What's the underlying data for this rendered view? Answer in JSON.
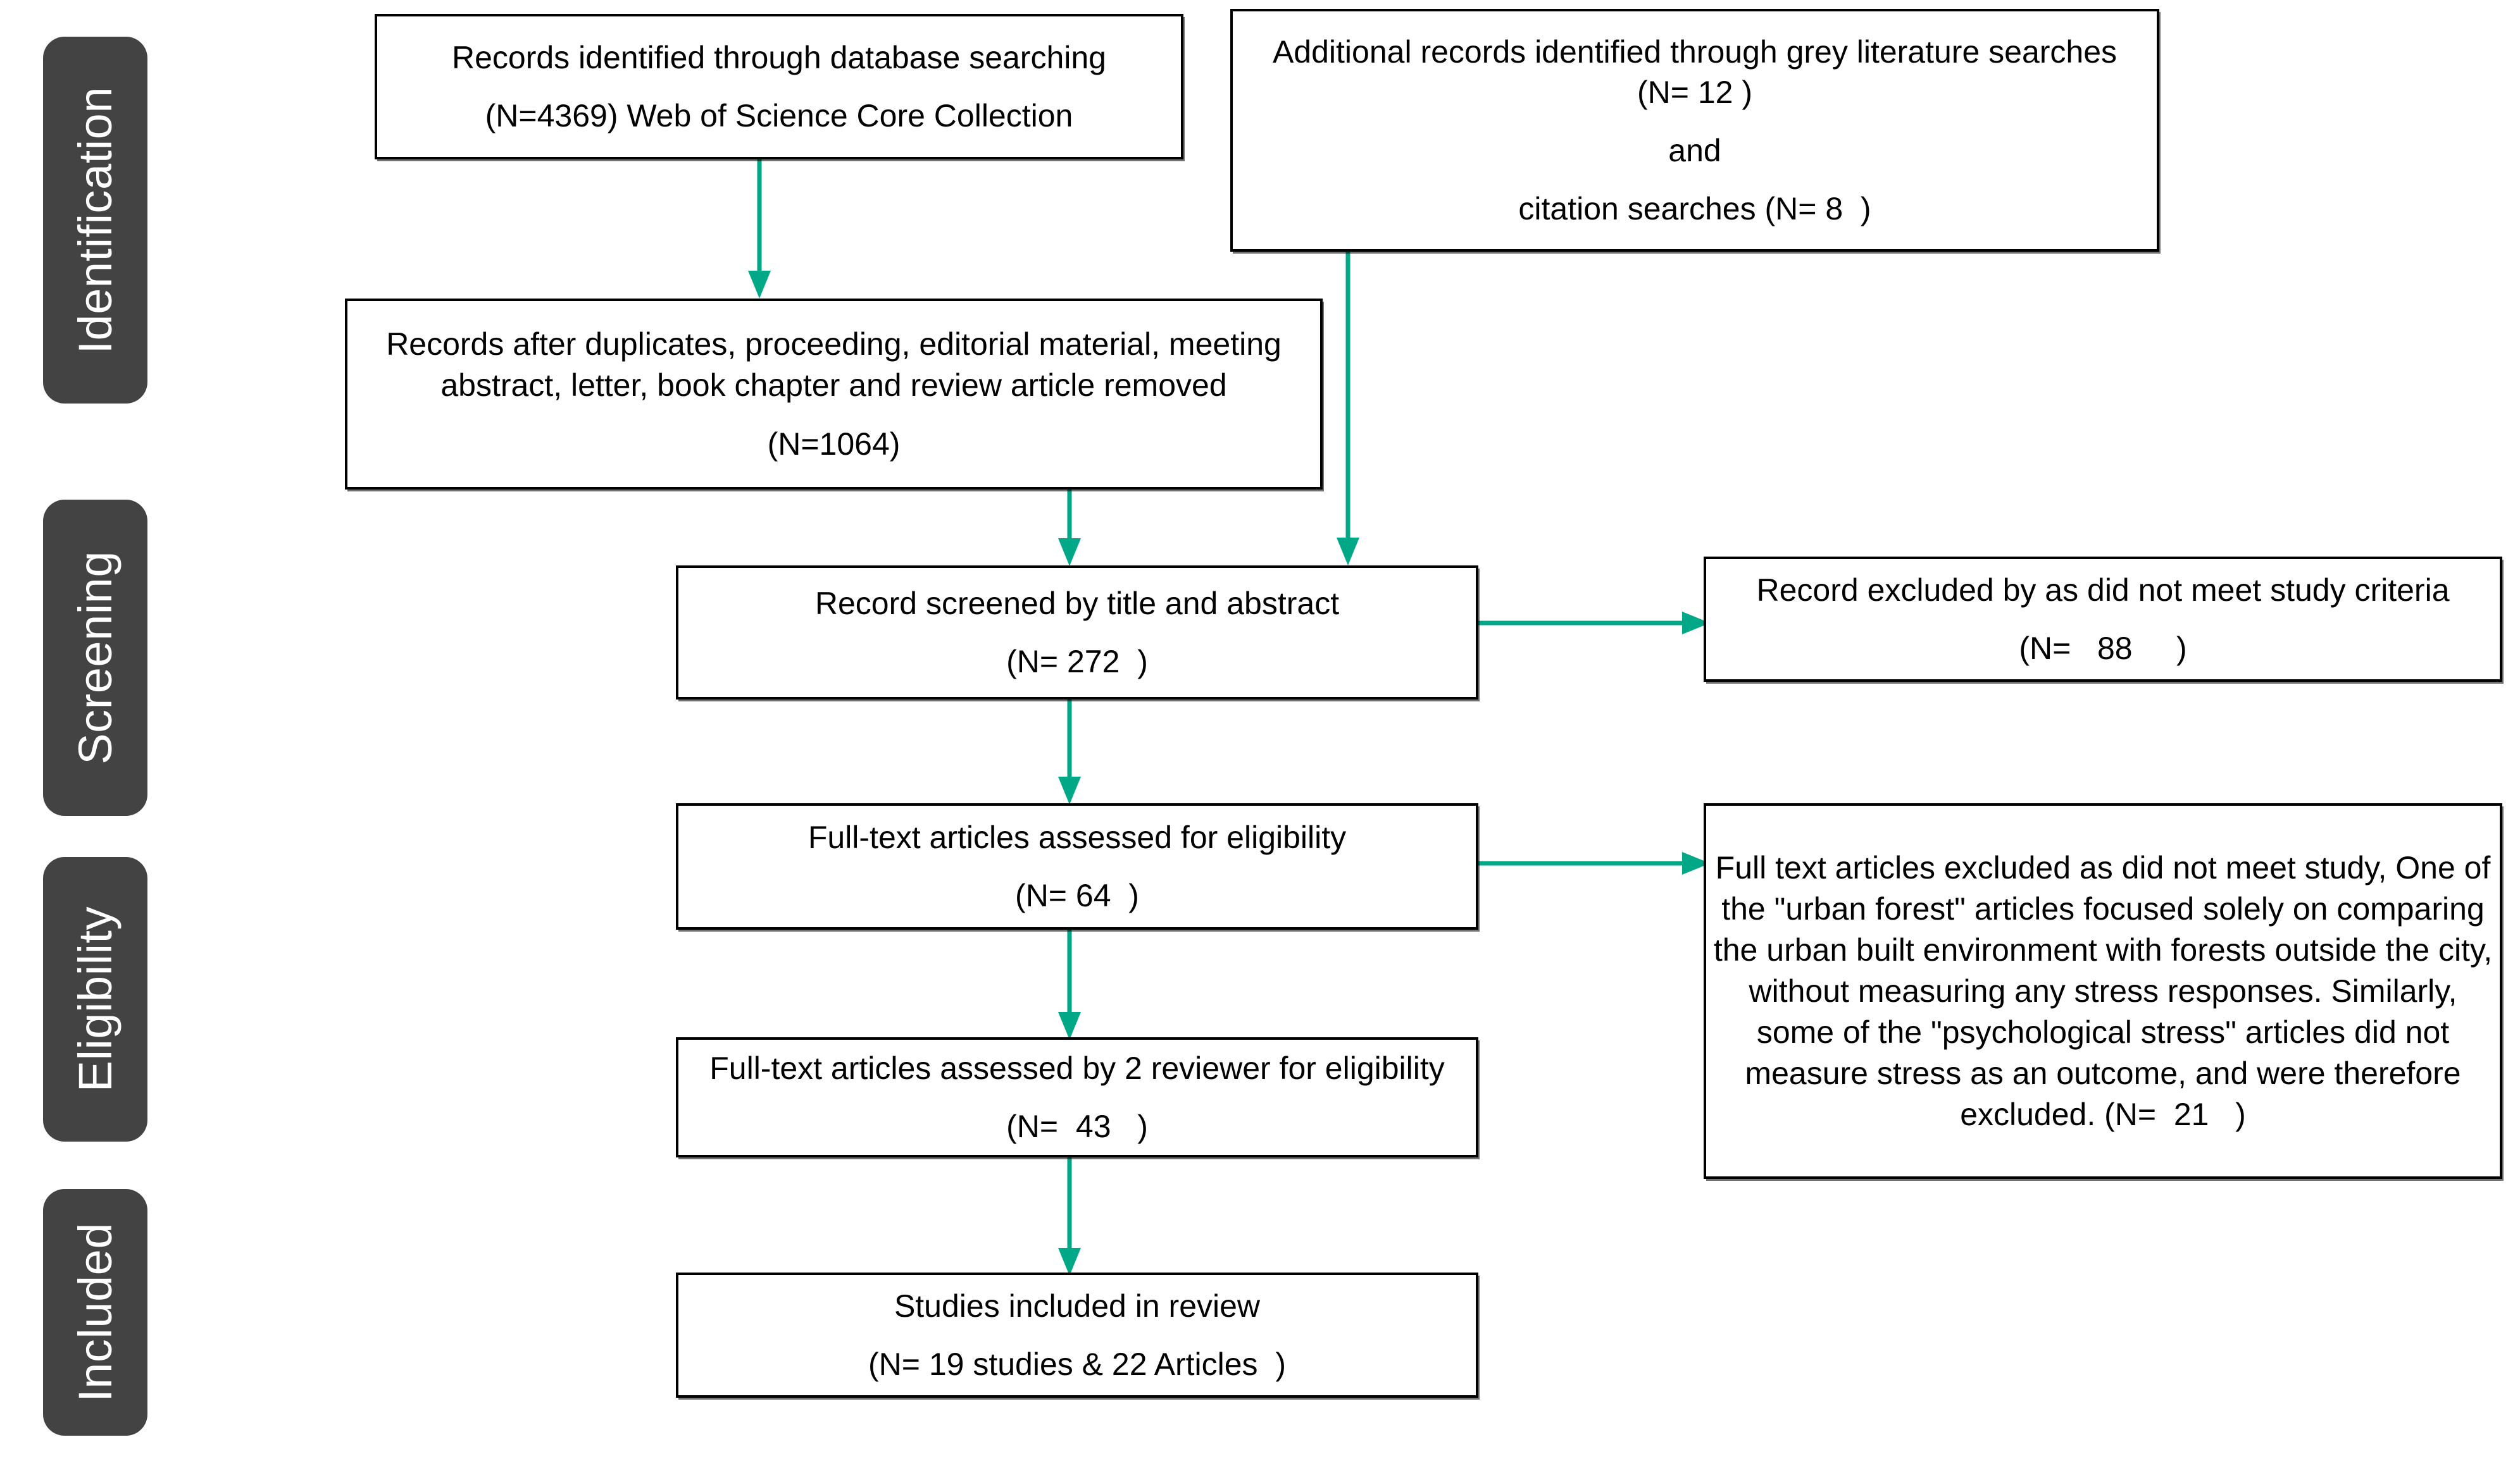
{
  "diagram": {
    "title": "PRISMA flow diagram",
    "accent_color": "#00A887",
    "box_border_color": "#000000",
    "phase_label_bg": "#434343",
    "phase_label_text_color": "#FFFFFF"
  },
  "phases": [
    {
      "id": "identification",
      "label": "Identification"
    },
    {
      "id": "screening",
      "label": "Screening"
    },
    {
      "id": "eligibility",
      "label": "Eligibility"
    },
    {
      "id": "included",
      "label": "Included"
    }
  ],
  "boxes": {
    "database_records": {
      "line1": "Records identified through database searching",
      "line2": "(N=4369) Web of Science Core Collection"
    },
    "grey_literature": {
      "line1": "Additional records identified through grey literature searches",
      "line2": "(N= 12 )",
      "line3": "and",
      "line4": "citation searches (N= 8  )"
    },
    "after_duplicates": {
      "line1": "Records after duplicates, proceeding, editorial material, meeting",
      "line2": "abstract, letter, book chapter and review article removed",
      "line3": "(N=1064)"
    },
    "screened": {
      "line1": "Record screened by title and abstract",
      "line2": "(N= 272  )"
    },
    "screened_excluded": {
      "line1": "Record excluded by as did not meet study criteria",
      "line2": "(N=   88     )"
    },
    "fulltext_assessed": {
      "line1": "Full-text articles assessed for eligibility",
      "line2": "(N= 64  )"
    },
    "fulltext_excluded": {
      "line1": "Full text articles excluded as did not meet study, One of the \"urban forest\" articles focused solely on comparing the urban built environment with forests outside the city, without measuring any stress responses. Similarly, some of the \"psychological stress\" articles did not measure stress as an outcome, and were therefore excluded. (N=  21   )"
    },
    "fulltext_two_reviewers": {
      "line1": "Full-text articles assessed by 2 reviewer for eligibility",
      "line2": "(N=  43   )"
    },
    "studies_included": {
      "line1": "Studies included in review",
      "line2": "(N= 19 studies & 22 Articles  )"
    }
  },
  "connectors": [
    {
      "id": "database-to-duplicates",
      "icon": "arrow-down-icon",
      "from": "database_records",
      "to": "after_duplicates"
    },
    {
      "id": "grey-to-screened",
      "icon": "arrow-down-icon",
      "from": "grey_literature",
      "to": "screened"
    },
    {
      "id": "duplicates-to-screened",
      "icon": "arrow-down-icon",
      "from": "after_duplicates",
      "to": "screened"
    },
    {
      "id": "screened-to-excluded",
      "icon": "arrow-right-icon",
      "from": "screened",
      "to": "screened_excluded"
    },
    {
      "id": "screened-to-fulltext",
      "icon": "arrow-down-icon",
      "from": "screened",
      "to": "fulltext_assessed"
    },
    {
      "id": "fulltext-to-excluded",
      "icon": "arrow-right-icon",
      "from": "fulltext_assessed",
      "to": "fulltext_excluded"
    },
    {
      "id": "fulltext-to-two-reviewers",
      "icon": "arrow-down-icon",
      "from": "fulltext_assessed",
      "to": "fulltext_two_reviewers"
    },
    {
      "id": "two-reviewers-to-included",
      "icon": "arrow-down-icon",
      "from": "fulltext_two_reviewers",
      "to": "studies_included"
    }
  ]
}
